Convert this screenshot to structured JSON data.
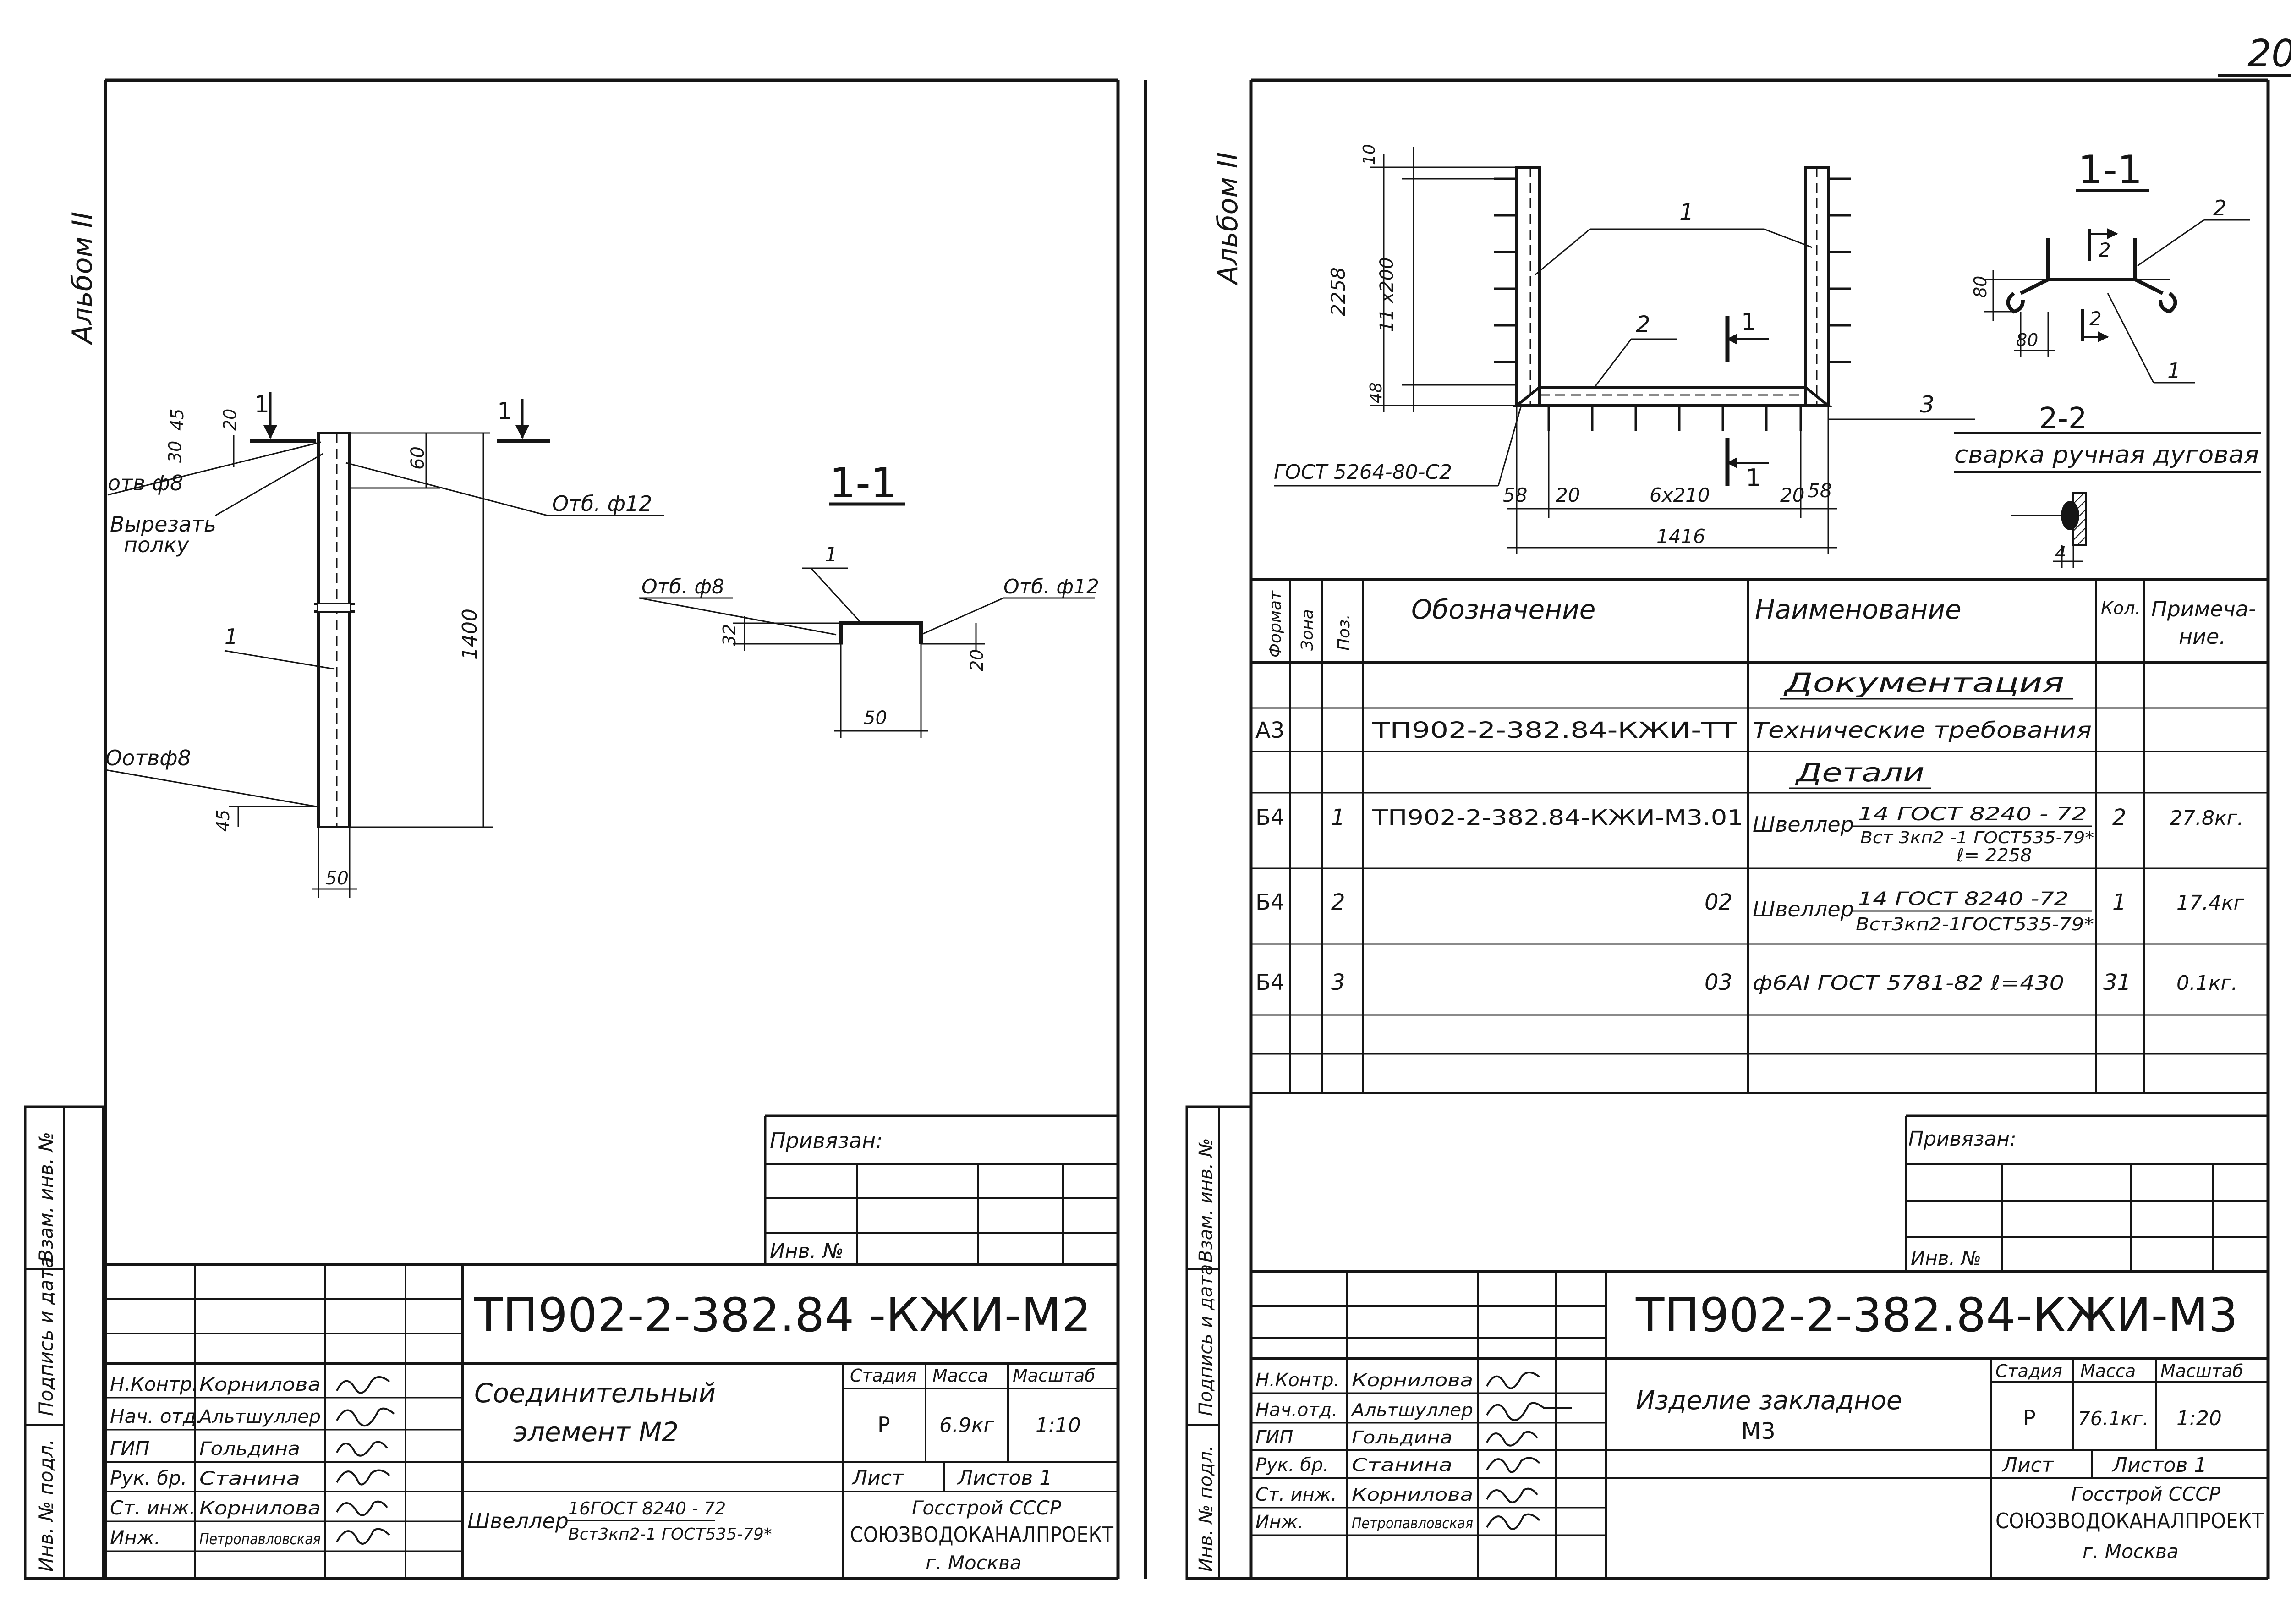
{
  "page_number": "20",
  "left_sheet": {
    "album_label": "Альбом II",
    "section_label": "1-1",
    "section_mark": "1",
    "callouts": {
      "hole_8_top": "отв ф8",
      "cut_flange_1": "Вырезать",
      "cut_flange_2": "полку",
      "hole_12": "Отб. ф12",
      "part_1": "1",
      "hole_8_bottom": "Оотвф8",
      "section_hole_8": "Отб. ф8",
      "section_hole_12": "Отб. ф12",
      "section_part": "1"
    },
    "dimensions": {
      "d30": "30",
      "d45": "45",
      "d20": "20",
      "d60": "60",
      "d1400": "1400",
      "d45b": "45",
      "d50": "50",
      "s32": "32",
      "s20": "20",
      "s50": "50"
    },
    "binding": {
      "label": "Привязан:",
      "inv_label": "Инв. №"
    },
    "title_block": {
      "code": "ТП902-2-382.84 -КЖИ-М2",
      "name_line1": "Соединительный",
      "name_line2": "элемент М2",
      "material_prefix": "Швеллер",
      "material_top": "16ГОСТ 8240 - 72",
      "material_bottom": "Вст3кп2-1 ГОСТ535-79*",
      "stage_header": "Стадия",
      "mass_header": "Масса",
      "scale_header": "Масштаб",
      "stage": "Р",
      "mass": "6.9кг",
      "scale": "1:10",
      "sheet_label": "Лист",
      "sheets_label": "Листов 1",
      "org1": "Госстрой СССР",
      "org2": "СОЮЗВОДОКАНАЛПРОЕКТ",
      "org3": "г. Москва",
      "roles": [
        "Н.Контр.",
        "Нач. отд.",
        "ГИП",
        "Рук. бр.",
        "Ст. инж.",
        "Инж."
      ],
      "names": [
        "Корнилова",
        "Альтшуллер",
        "Гольдина",
        "Станина",
        "Корнилова",
        "Петропавловская"
      ]
    },
    "side_stamp": [
      "Инв. № подл.",
      "Подпись и дата",
      "Взам. инв. №"
    ]
  },
  "right_sheet": {
    "album_label": "Альбом II",
    "plan": {
      "part_1": "1",
      "part_2": "2",
      "part_3": "3",
      "section_mark": "1",
      "gost_weld": "ГОСТ 5264-80-С2",
      "dims": {
        "d10": "10",
        "d2258": "2258",
        "d11x200": "11 x200",
        "d48": "48",
        "d58a": "58",
        "d20a": "20",
        "d6x210": "6x210",
        "d20b": "20",
        "d58b": "58",
        "d1416": "1416"
      }
    },
    "section_11": {
      "label": "1-1",
      "part_2": "2",
      "part_1": "1",
      "mark": "2",
      "d80v": "80",
      "d80h": "80"
    },
    "section_22": {
      "label": "2-2",
      "caption": "сварка ручная дуговая",
      "d4": "4"
    },
    "spec": {
      "headers": [
        "Формат",
        "Зона",
        "Поз.",
        "Обозначение",
        "Наименование",
        "Кол.",
        "Примеча-",
        "ние."
      ],
      "doc_heading": "Документация",
      "details_heading": "Детали",
      "rows": [
        {
          "format": "А3",
          "pos": "",
          "designation": "ТП902-2-382.84-КЖИ-ТТ",
          "name": "Технические требования",
          "qty": "",
          "note": ""
        },
        {
          "format": "Б4",
          "pos": "1",
          "designation": "ТП902-2-382.84-КЖИ-М3.01",
          "name_prefix": "Швеллер",
          "name_top": "14 ГОСТ 8240 - 72",
          "name_bottom": "Вст 3кп2 -1 ГОСТ535-79*",
          "name_extra": "ℓ= 2258",
          "qty": "2",
          "note": "27.8кг."
        },
        {
          "format": "Б4",
          "pos": "2",
          "designation": "02",
          "name_prefix": "Швеллер",
          "name_top": "14 ГОСТ 8240 -72",
          "name_bottom": "Вст3кп2-1ГОСТ535-79*",
          "qty": "1",
          "note": "17.4кг"
        },
        {
          "format": "Б4",
          "pos": "3",
          "designation": "03",
          "name": "ф6АI ГОСТ 5781-82  ℓ=430",
          "qty": "31",
          "note": "0.1кг."
        }
      ]
    },
    "binding": {
      "label": "Привязан:",
      "inv_label": "Инв. №"
    },
    "title_block": {
      "code": "ТП902-2-382.84-КЖИ-М3",
      "name_line1": "Изделие закладное",
      "name_line2": "М3",
      "stage_header": "Стадия",
      "mass_header": "Масса",
      "scale_header": "Масштаб",
      "stage": "Р",
      "mass": "76.1кг.",
      "scale": "1:20",
      "sheet_label": "Лист",
      "sheets_label": "Листов 1",
      "org1": "Госстрой СССР",
      "org2": "СОЮЗВОДОКАНАЛПРОЕКТ",
      "org3": "г. Москва",
      "roles": [
        "Н.Контр.",
        "Нач.отд.",
        "ГИП",
        "Рук. бр.",
        "Ст. инж.",
        "Инж."
      ],
      "names": [
        "Корнилова",
        "Альтшуллер",
        "Гольдина",
        "Станина",
        "Корнилова",
        "Петропавловская"
      ]
    },
    "side_stamp": [
      "Инв. № подл.",
      "Подпись и дата",
      "Взам. инв. №"
    ]
  }
}
